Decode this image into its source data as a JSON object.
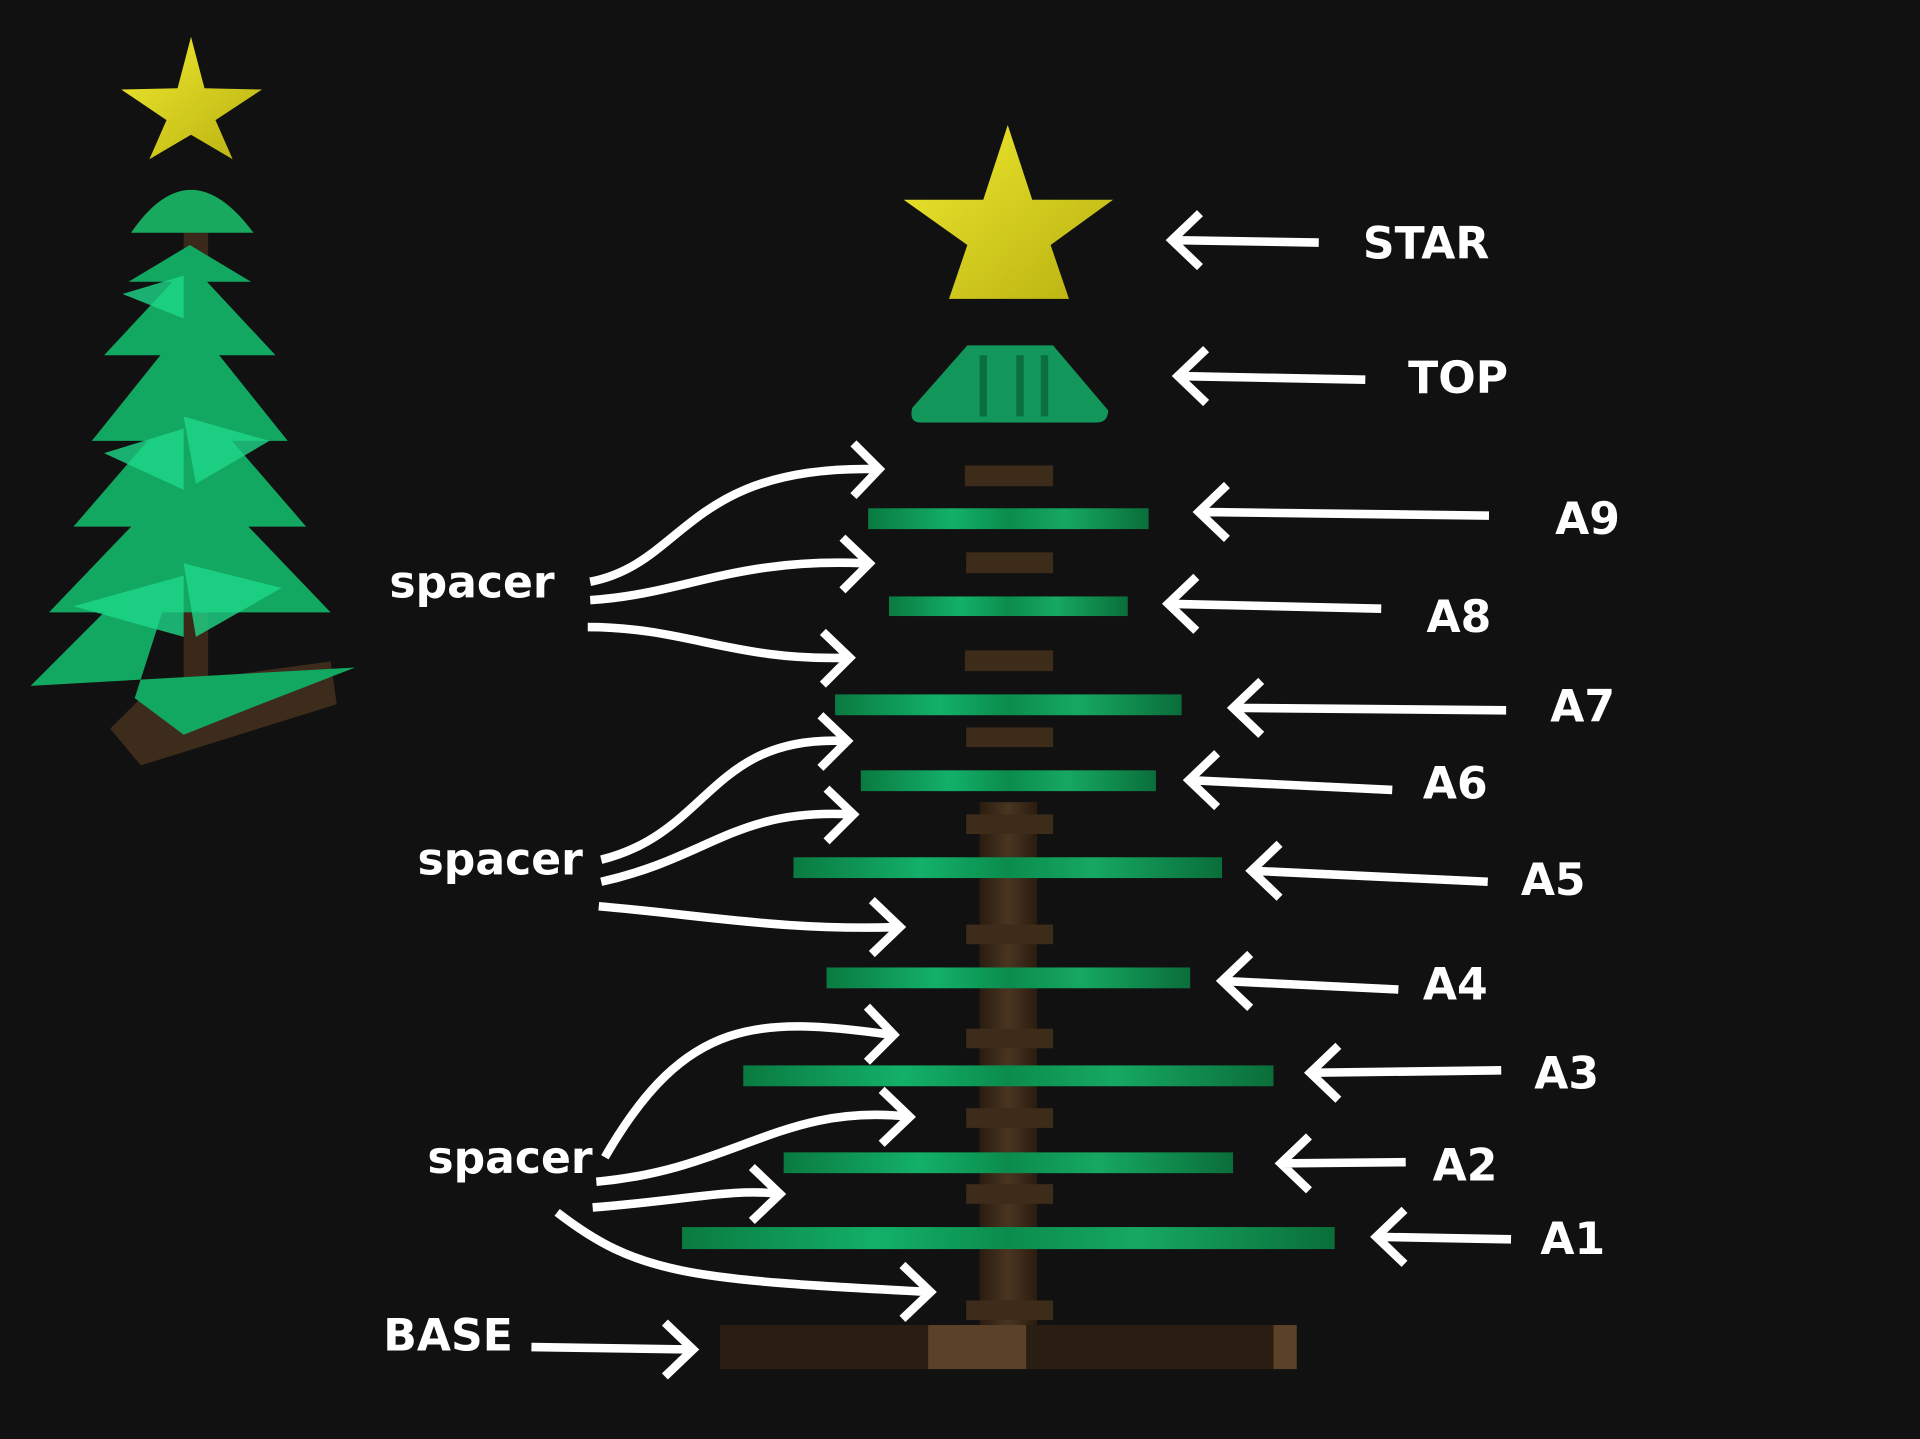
{
  "labels": {
    "star": "STAR",
    "top": "TOP",
    "a9": "A9",
    "a8": "A8",
    "a7": "A7",
    "a6": "A6",
    "a5": "A5",
    "a4": "A4",
    "a3": "A3",
    "a2": "A2",
    "a1": "A1",
    "base": "BASE",
    "spacer_1": "spacer",
    "spacer_2": "spacer",
    "spacer_3": "spacer"
  },
  "colors": {
    "background": "#111111",
    "star": "#d8d21a",
    "foliage": "#0f9a55",
    "foliage_light": "#19d680",
    "trunk": "#3a2a1a",
    "text": "#ffffff"
  }
}
